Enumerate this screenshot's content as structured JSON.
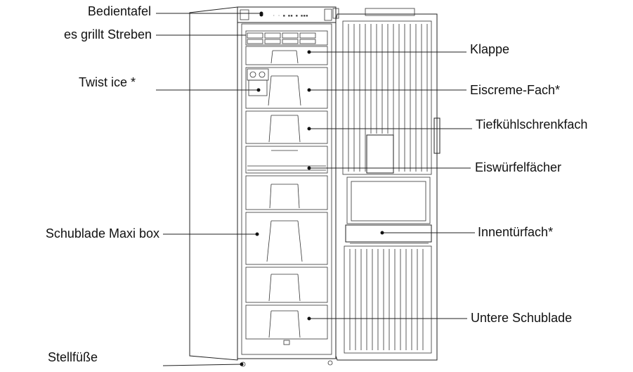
{
  "labels": {
    "left": [
      "Bedientafel",
      "es grillt Streben",
      "Twist ice *",
      "Schublade Maxi box",
      "Stellfüße"
    ],
    "right": [
      "Klappe",
      "Eiscreme-Fach*",
      "Tiefkühlschrenkfach",
      "Eiswürfelfächer",
      "Innentürfach*",
      "Untere Schublade"
    ]
  }
}
